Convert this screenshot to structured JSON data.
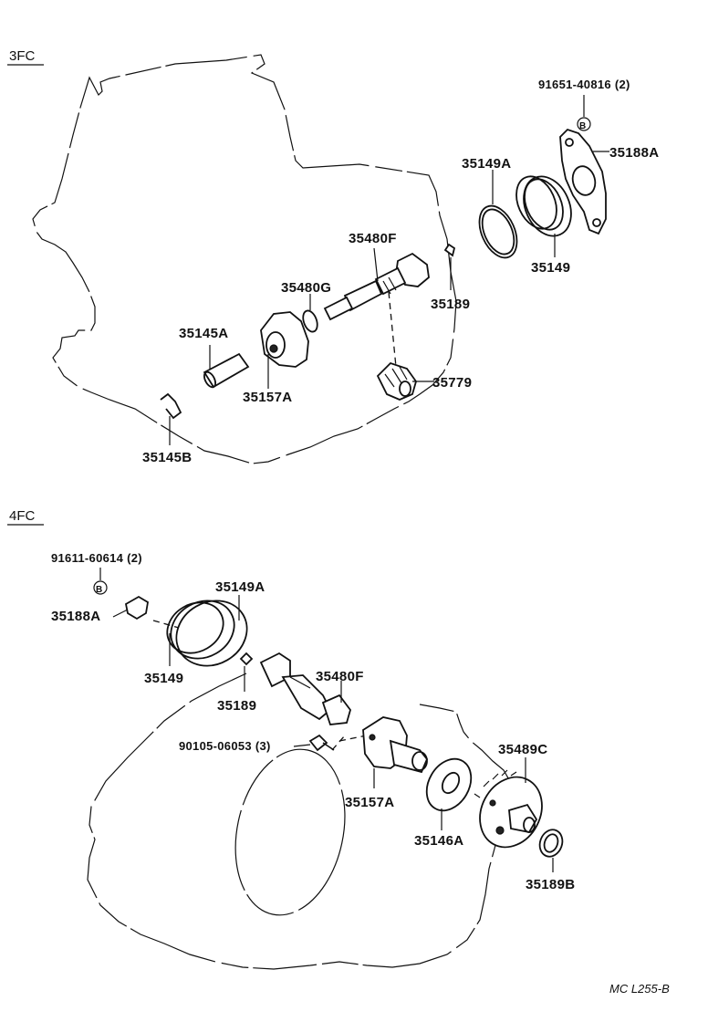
{
  "sections": {
    "top": "3FC",
    "bottom": "4FC"
  },
  "top_labels": {
    "bolt_spec": "91651-40816 (2)",
    "bolt_marker": "B",
    "p35188A": "35188A",
    "p35149A": "35149A",
    "p35149": "35149",
    "p35480F": "35480F",
    "p35189": "35189",
    "p35480G": "35480G",
    "p35145A": "35145A",
    "p35157A": "35157A",
    "p35779": "35779",
    "p35145B": "35145B"
  },
  "bottom_labels": {
    "bolt_spec": "91611-60614 (2)",
    "bolt_marker": "B",
    "p35188A": "35188A",
    "p35149A": "35149A",
    "p35149": "35149",
    "p35189": "35189",
    "p35480F": "35480F",
    "bolt2_spec": "90105-06053 (3)",
    "p35157A": "35157A",
    "p35489C": "35489C",
    "p35146A": "35146A",
    "p35189B": "35189B"
  },
  "footer": {
    "code": "MC L255-B"
  }
}
